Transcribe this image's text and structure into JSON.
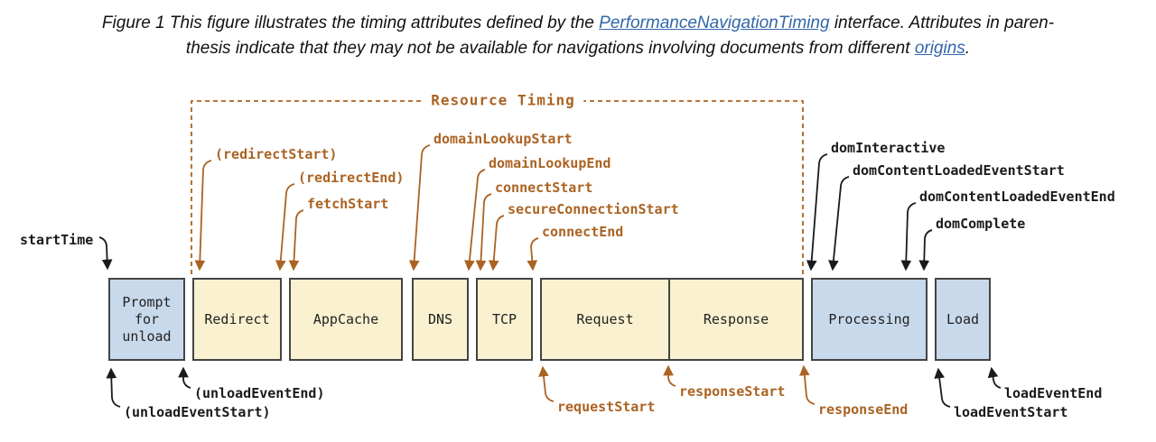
{
  "caption": {
    "line1_text": "Figure 1 This figure illustrates the timing attributes defined by the ",
    "line1_link": "PerformanceNavigationTiming",
    "line1_tail": " interface. Attributes in paren-",
    "line2_text": "thesis indicate that they may not be available for navigations involving documents from different ",
    "line2_link": "origins",
    "line2_tail": "."
  },
  "bracket": {
    "label": "Resource Timing"
  },
  "phases": {
    "prompt": "Prompt for unload",
    "redirect": "Redirect",
    "appcache": "AppCache",
    "dns": "DNS",
    "tcp": "TCP",
    "request": "Request",
    "response": "Response",
    "processing": "Processing",
    "load": "Load"
  },
  "timing_labels": {
    "startTime": "startTime",
    "unloadEventStart": "(unloadEventStart)",
    "unloadEventEnd": "(unloadEventEnd)",
    "redirectStart": "(redirectStart)",
    "redirectEnd": "(redirectEnd)",
    "fetchStart": "fetchStart",
    "domainLookupStart": "domainLookupStart",
    "domainLookupEnd": "domainLookupEnd",
    "connectStart": "connectStart",
    "secureConnectionStart": "secureConnectionStart",
    "connectEnd": "connectEnd",
    "requestStart": "requestStart",
    "responseStart": "responseStart",
    "responseEnd": "responseEnd",
    "domInteractive": "domInteractive",
    "domContentLoadedEventStart": "domContentLoadedEventStart",
    "domContentLoadedEventEnd": "domContentLoadedEventEnd",
    "domComplete": "domComplete",
    "loadEventStart": "loadEventStart",
    "loadEventEnd": "loadEventEnd"
  },
  "colors": {
    "annotation_orange": "#ab6322",
    "annotation_black": "#1a1a1a",
    "box_blue": "#c8d9ec",
    "box_yellow": "#f9f1cf",
    "box_border": "#444444",
    "link_blue": "#3366aa"
  }
}
